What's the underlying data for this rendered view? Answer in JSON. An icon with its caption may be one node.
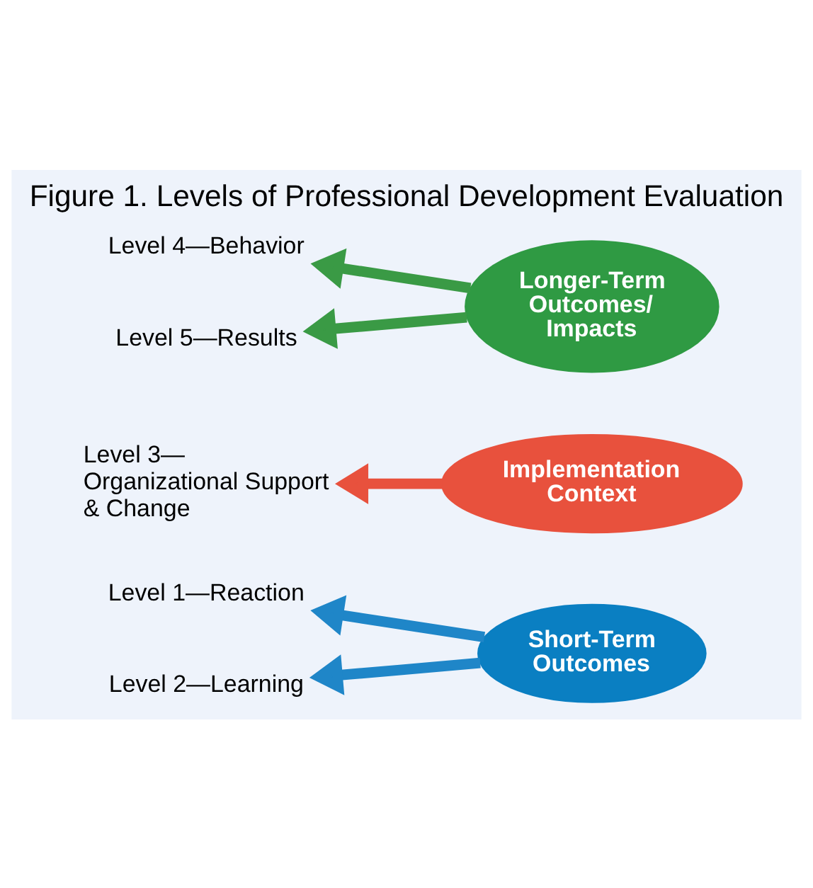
{
  "diagram": {
    "title": "Figure 1. Levels of Professional Development Evaluation",
    "nodes": [
      {
        "text": [
          "Level 1—Reaction"
        ]
      },
      {
        "text": [
          "Level 2—Learning"
        ]
      },
      {
        "text": [
          "Level 3— Organizational Support & Change"
        ]
      },
      {
        "text": [
          "Level 4—Behavior"
        ]
      },
      {
        "text": [
          "Level 5—Results"
        ]
      },
      {
        "text": [
          "Short-Term Outcomes"
        ]
      },
      {
        "text": [
          "Implementation Context"
        ]
      },
      {
        "text": [
          "Longer-Term Outcomes/ Impacts"
        ]
      }
    ],
    "edges": [
      {
        "from": 5,
        "to": 0,
        "arrow": "to",
        "color": "#1f86c8"
      },
      {
        "from": 5,
        "to": 1,
        "arrow": "to",
        "color": "#1f86c8"
      },
      {
        "from": 6,
        "to": 2,
        "arrow": "to",
        "color": "#e8513d"
      },
      {
        "from": 7,
        "to": 3,
        "arrow": "to",
        "color": "#3a9a45"
      },
      {
        "from": 7,
        "to": 4,
        "arrow": "to",
        "color": "#3a9a45"
      }
    ]
  }
}
